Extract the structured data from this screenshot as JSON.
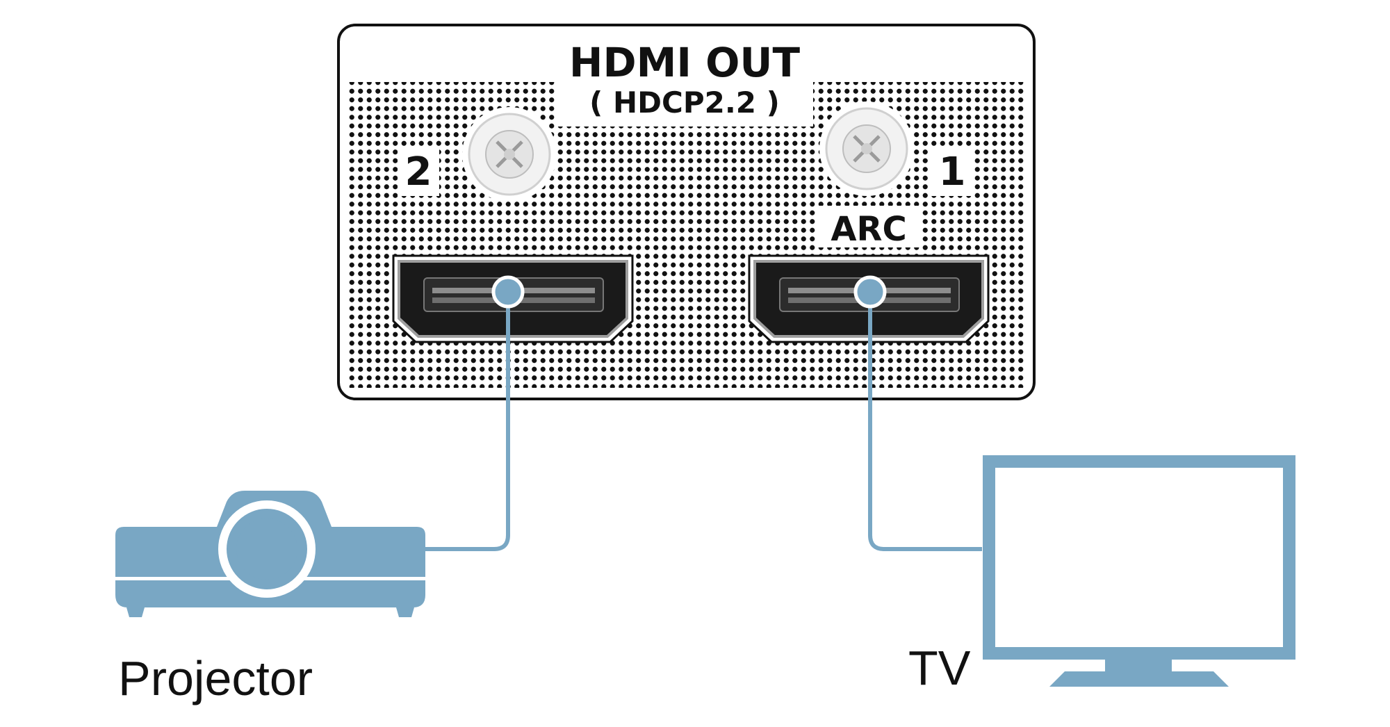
{
  "panel": {
    "title": "HDMI OUT",
    "subtitle": "( HDCP2.2 )",
    "port_2_number": "2",
    "port_1_number": "1",
    "port_1_tag": "ARC"
  },
  "devices": {
    "projector_label": "Projector",
    "tv_label": "TV"
  },
  "colors": {
    "accent": "#79a7c4",
    "panel_border": "#111111",
    "dots": "#111111",
    "text": "#111111"
  }
}
